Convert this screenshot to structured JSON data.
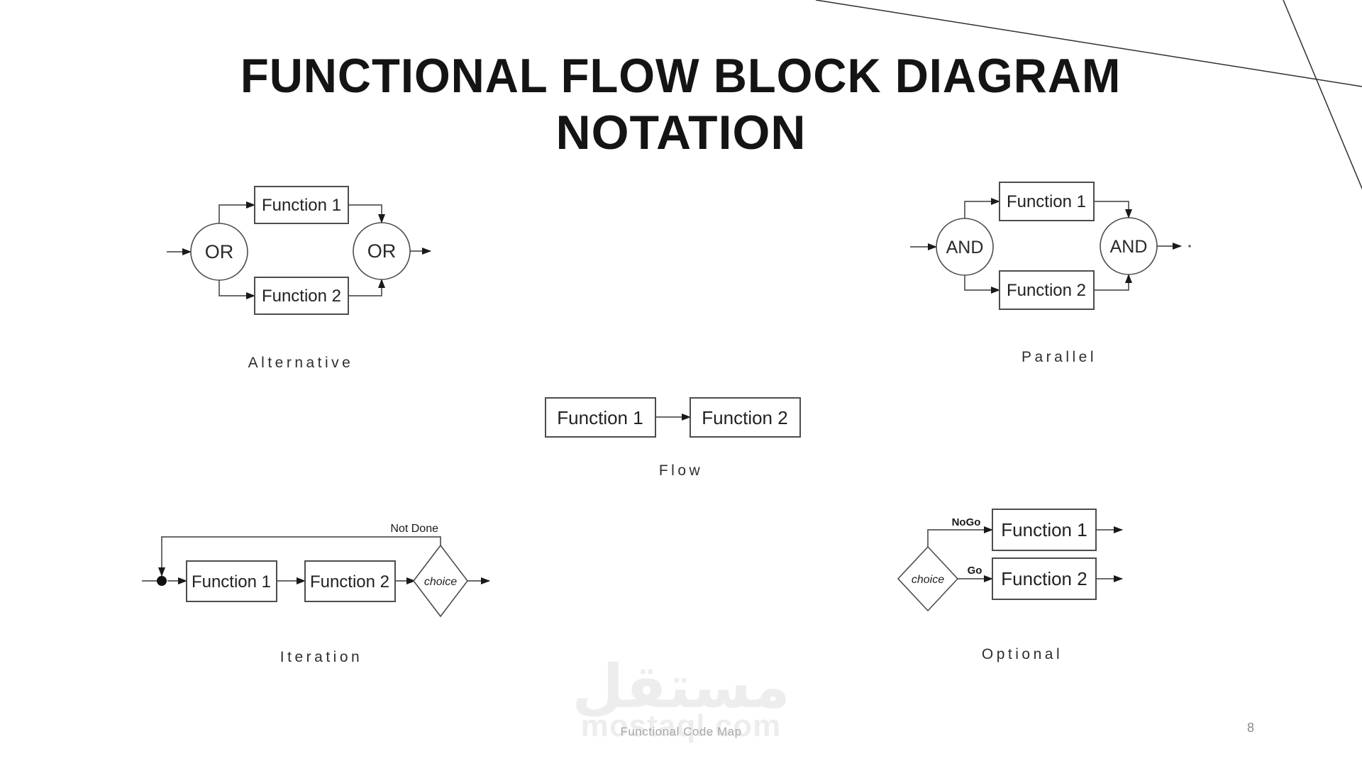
{
  "slide": {
    "title_line1": "FUNCTIONAL FLOW BLOCK DIAGRAM",
    "title_line2": "NOTATION",
    "page_number": "8"
  },
  "diagrams": {
    "alternative": {
      "label": "Alternative",
      "connector": "OR",
      "box1": "Function 1",
      "box2": "Function 2"
    },
    "parallel": {
      "label": "Parallel",
      "connector": "AND",
      "box1": "Function 1",
      "box2": "Function 2"
    },
    "flow": {
      "label": "Flow",
      "box1": "Function 1",
      "box2": "Function 2"
    },
    "iteration": {
      "label": "Iteration",
      "box1": "Function 1",
      "box2": "Function 2",
      "decision": "choice",
      "loop_label": "Not Done"
    },
    "optional": {
      "label": "Optional",
      "decision": "choice",
      "branch_nogo": "NoGo",
      "branch_go": "Go",
      "box1": "Function 1",
      "box2": "Function 2"
    }
  },
  "watermark": {
    "logo_text": "مستقل",
    "site_text": "mostaql.com",
    "caption": "Functional Code Map"
  },
  "colors": {
    "title": "#141414",
    "label": "#2e2e2e",
    "diagram_stroke": "#4d4d4d",
    "arrowhead": "#1a1a1a",
    "watermark_light": "#ededed",
    "watermark_caption": "#a8a8a8",
    "page_number": "#8a8a8a"
  }
}
